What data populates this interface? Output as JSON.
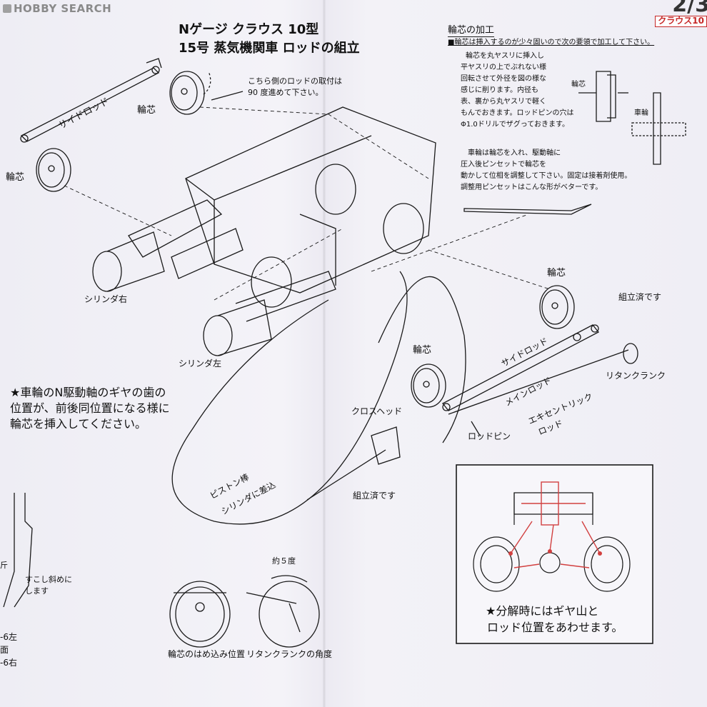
{
  "watermark": "HOBBY SEARCH",
  "page_number": "2/3",
  "page_tag": "クラウス10",
  "title": {
    "line1": "Nゲージ クラウス 10型",
    "line2": "15号 蒸気機関車 ロッドの組立"
  },
  "top_note": [
    "こちら側のロッドの取付は",
    "90 度進めて下さい。"
  ],
  "labels": {
    "side_rod_top": "サイドロッド",
    "wheel_core_top": "輪芯",
    "wheel_core_left": "輪芯",
    "cylinder_right": "シリンダ右",
    "cylinder_left": "シリンダ左",
    "wheel_core_mid": "輪芯",
    "wheel_core_center": "輪芯",
    "assembled_top": "組立済です",
    "side_rod": "サイドロッド",
    "main_rod": "メインロッド",
    "eccentric_rod": [
      "エキセントリック",
      "ロッド"
    ],
    "return_crank": "リタンクランク",
    "crosshead": "クロスヘッド",
    "rod_pin": "ロッドピン",
    "assembled_bottom": "組立済です",
    "piston_rod": [
      "ピストン棒",
      "シリンダに差込"
    ]
  },
  "star_note": [
    "★車輪のN駆動軸のギヤの歯の",
    "位置が、前後同位置になる様に",
    "輪芯を挿入してください。"
  ],
  "wheel_processing": {
    "heading": "輪芯の加工",
    "intro": "■輪芯は挿入するのが少々固いので次の要領で加工して下さい。",
    "lines": [
      "輪芯を丸ヤスリに挿入し",
      "平ヤスリの上でぶれない様",
      "回転させて外径を図の様な",
      "感じに削ります。内径も",
      "表、裏から丸ヤスリで軽く",
      "もんでおきます。ロッドピンの穴は",
      "Φ1.0ドリルでザグっておきます。"
    ],
    "label_core": "輪芯",
    "label_wheel": "車輪"
  },
  "press_note": [
    "車輪は輪芯を入れ、駆動軸に",
    "圧入後ピンセットで輪芯を",
    "動かして位相を調整して下さい。固定は接着剤使用。",
    "調整用ピンセットはこんな形がベターです。"
  ],
  "left_fragment": {
    "slant": [
      "すこし斜めに",
      "します"
    ],
    "lines": [
      "-6左",
      "面",
      "-6右"
    ],
    "cut_char": "斤"
  },
  "bottom_figs": {
    "wheel_fit": "輪芯のはめ込み位置",
    "crank_angle": "リタンクランクの角度",
    "approx_angle": "約５度"
  },
  "gear_note": [
    "★分解時にはギヤ山と",
    "ロッド位置をあわせます。"
  ]
}
